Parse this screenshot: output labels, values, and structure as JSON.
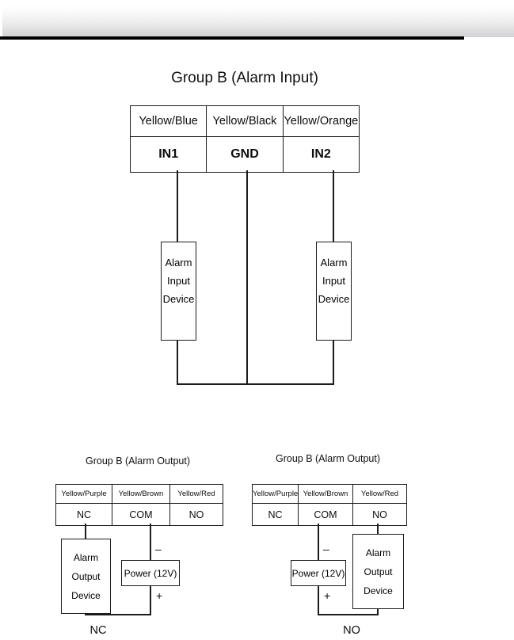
{
  "header": {
    "band": "",
    "rule": ""
  },
  "input_diagram": {
    "title": "Group B (Alarm Input)",
    "table": {
      "wire_colors": [
        "Yellow/Blue",
        "Yellow/Black",
        "Yellow/Orange"
      ],
      "terminals": [
        "IN1",
        "GND",
        "IN2"
      ]
    },
    "device_left": {
      "line1": "Alarm",
      "line2": "Input",
      "line3": "Device"
    },
    "device_right": {
      "line1": "Alarm",
      "line2": "Input",
      "line3": "Device"
    }
  },
  "output_nc": {
    "title": "Group B (Alarm Output)",
    "table": {
      "wire_colors": [
        "Yellow/Purple",
        "Yellow/Brown",
        "Yellow/Red"
      ],
      "terminals": [
        "NC",
        "COM",
        "NO"
      ]
    },
    "device": {
      "line1": "Alarm",
      "line2": "Output",
      "line3": "Device"
    },
    "power": "Power (12V)",
    "polarity_negative": "–",
    "polarity_positive": "+",
    "caption": "NC"
  },
  "output_no": {
    "title": "Group B (Alarm Output)",
    "table": {
      "wire_colors": [
        "Yellow/Purple",
        "Yellow/Brown",
        "Yellow/Red"
      ],
      "terminals": [
        "NC",
        "COM",
        "NO"
      ]
    },
    "device": {
      "line1": "Alarm",
      "line2": "Output",
      "line3": "Device"
    },
    "power": "Power (12V)",
    "polarity_negative": "–",
    "polarity_positive": "+",
    "caption": "NO"
  },
  "colors": {
    "line": "#1c1c1c",
    "text": "#0c0c0c",
    "header_band_bottom": "#d6d7d9"
  }
}
